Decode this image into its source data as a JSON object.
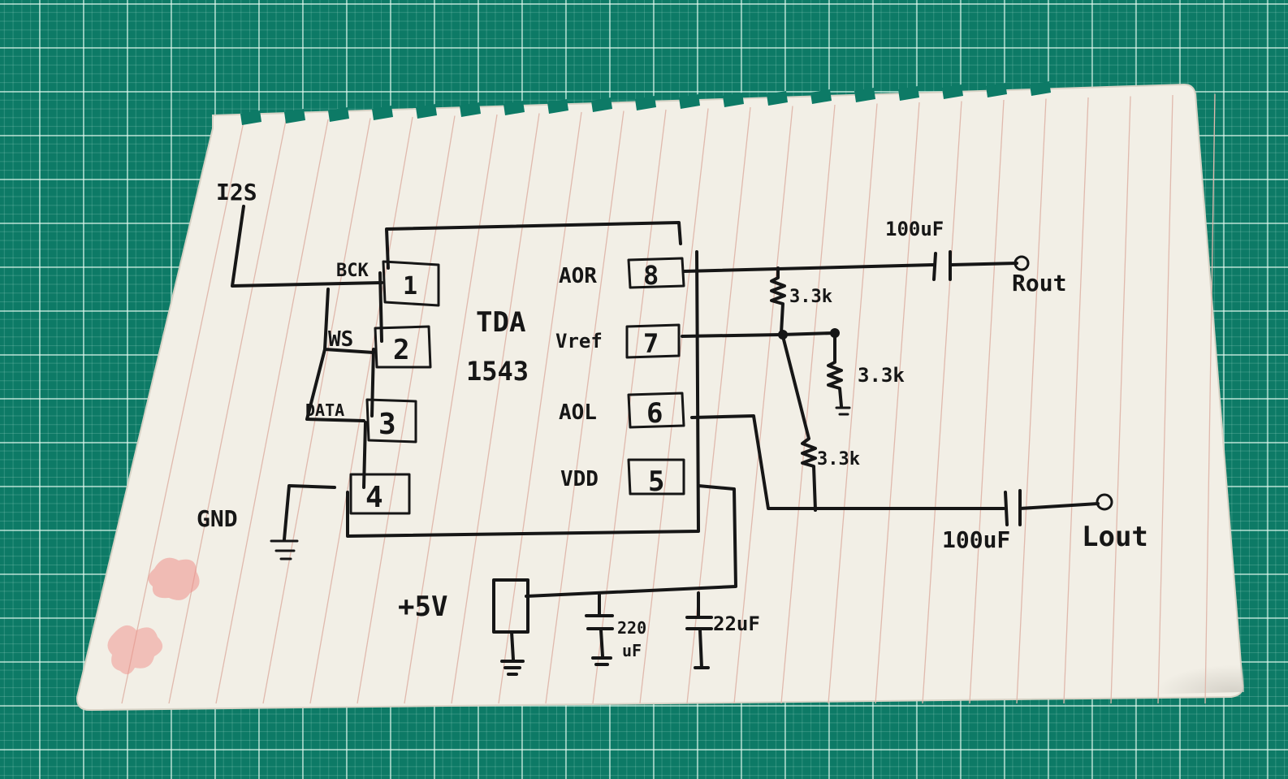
{
  "schematic": {
    "chip_name": "TDA",
    "chip_number": "1543",
    "bus_label": "I2S",
    "left_pins": [
      {
        "num": "1",
        "label": "BCK"
      },
      {
        "num": "2",
        "label": "WS"
      },
      {
        "num": "3",
        "label": "DATA"
      },
      {
        "num": "4",
        "label": ""
      }
    ],
    "right_pins": [
      {
        "num": "8",
        "label": "AOR"
      },
      {
        "num": "7",
        "label": "Vref"
      },
      {
        "num": "6",
        "label": "AOL"
      },
      {
        "num": "5",
        "label": "VDD"
      }
    ],
    "gnd_label": "GND",
    "supply_label": "+5V",
    "resistor_r1": "3.3k",
    "resistor_r2": "3.3k",
    "resistor_r3": "3.3k",
    "cap_right_top": "100uF",
    "cap_right_bottom": "100uF",
    "cap_supply_1_a": "220",
    "cap_supply_1_b": "uF",
    "cap_supply_2": "22uF",
    "out_r": "Rout",
    "out_l": "Lout"
  },
  "colors": {
    "mat": "#0d7a66",
    "paper": "#f2efe6",
    "ink": "#161616",
    "ruling": "#e0b9ad",
    "stain": "#ef8f8a"
  }
}
